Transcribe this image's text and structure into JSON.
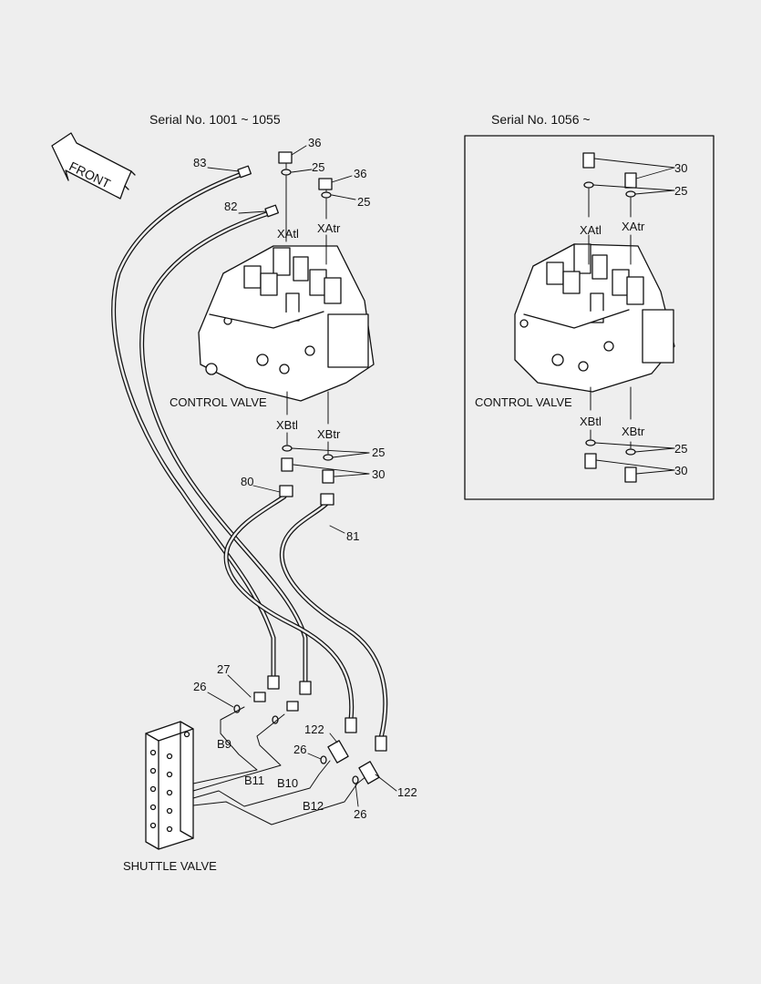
{
  "left_panel": {
    "serial": "Serial No. 1001 ~ 1055",
    "front": "FRONT",
    "control_valve": "CONTROL VALVE",
    "shuttle_valve": "SHUTTLE VALVE",
    "ports": {
      "xatl": "XAtl",
      "xatr": "XAtr",
      "xbtl": "XBtl",
      "xbtr": "XBtr"
    },
    "parts": {
      "p83": "83",
      "p82": "82",
      "p36a": "36",
      "p36b": "36",
      "p25a": "25",
      "p25b": "25",
      "p25c": "25",
      "p30": "30",
      "p80": "80",
      "p81": "81",
      "p27": "27",
      "p26a": "26",
      "p26b": "26",
      "p26c": "26",
      "p122a": "122",
      "p122b": "122"
    },
    "shuttle_ports": {
      "b9": "B9",
      "b10": "B10",
      "b11": "B11",
      "b12": "B12"
    }
  },
  "right_panel": {
    "serial": "Serial No. 1056 ~",
    "control_valve": "CONTROL VALVE",
    "ports": {
      "xatl": "XAtl",
      "xatr": "XAtr",
      "xbtl": "XBtl",
      "xbtr": "XBtr"
    },
    "parts": {
      "p30a": "30",
      "p25a": "25",
      "p25b": "25",
      "p30b": "30"
    }
  }
}
